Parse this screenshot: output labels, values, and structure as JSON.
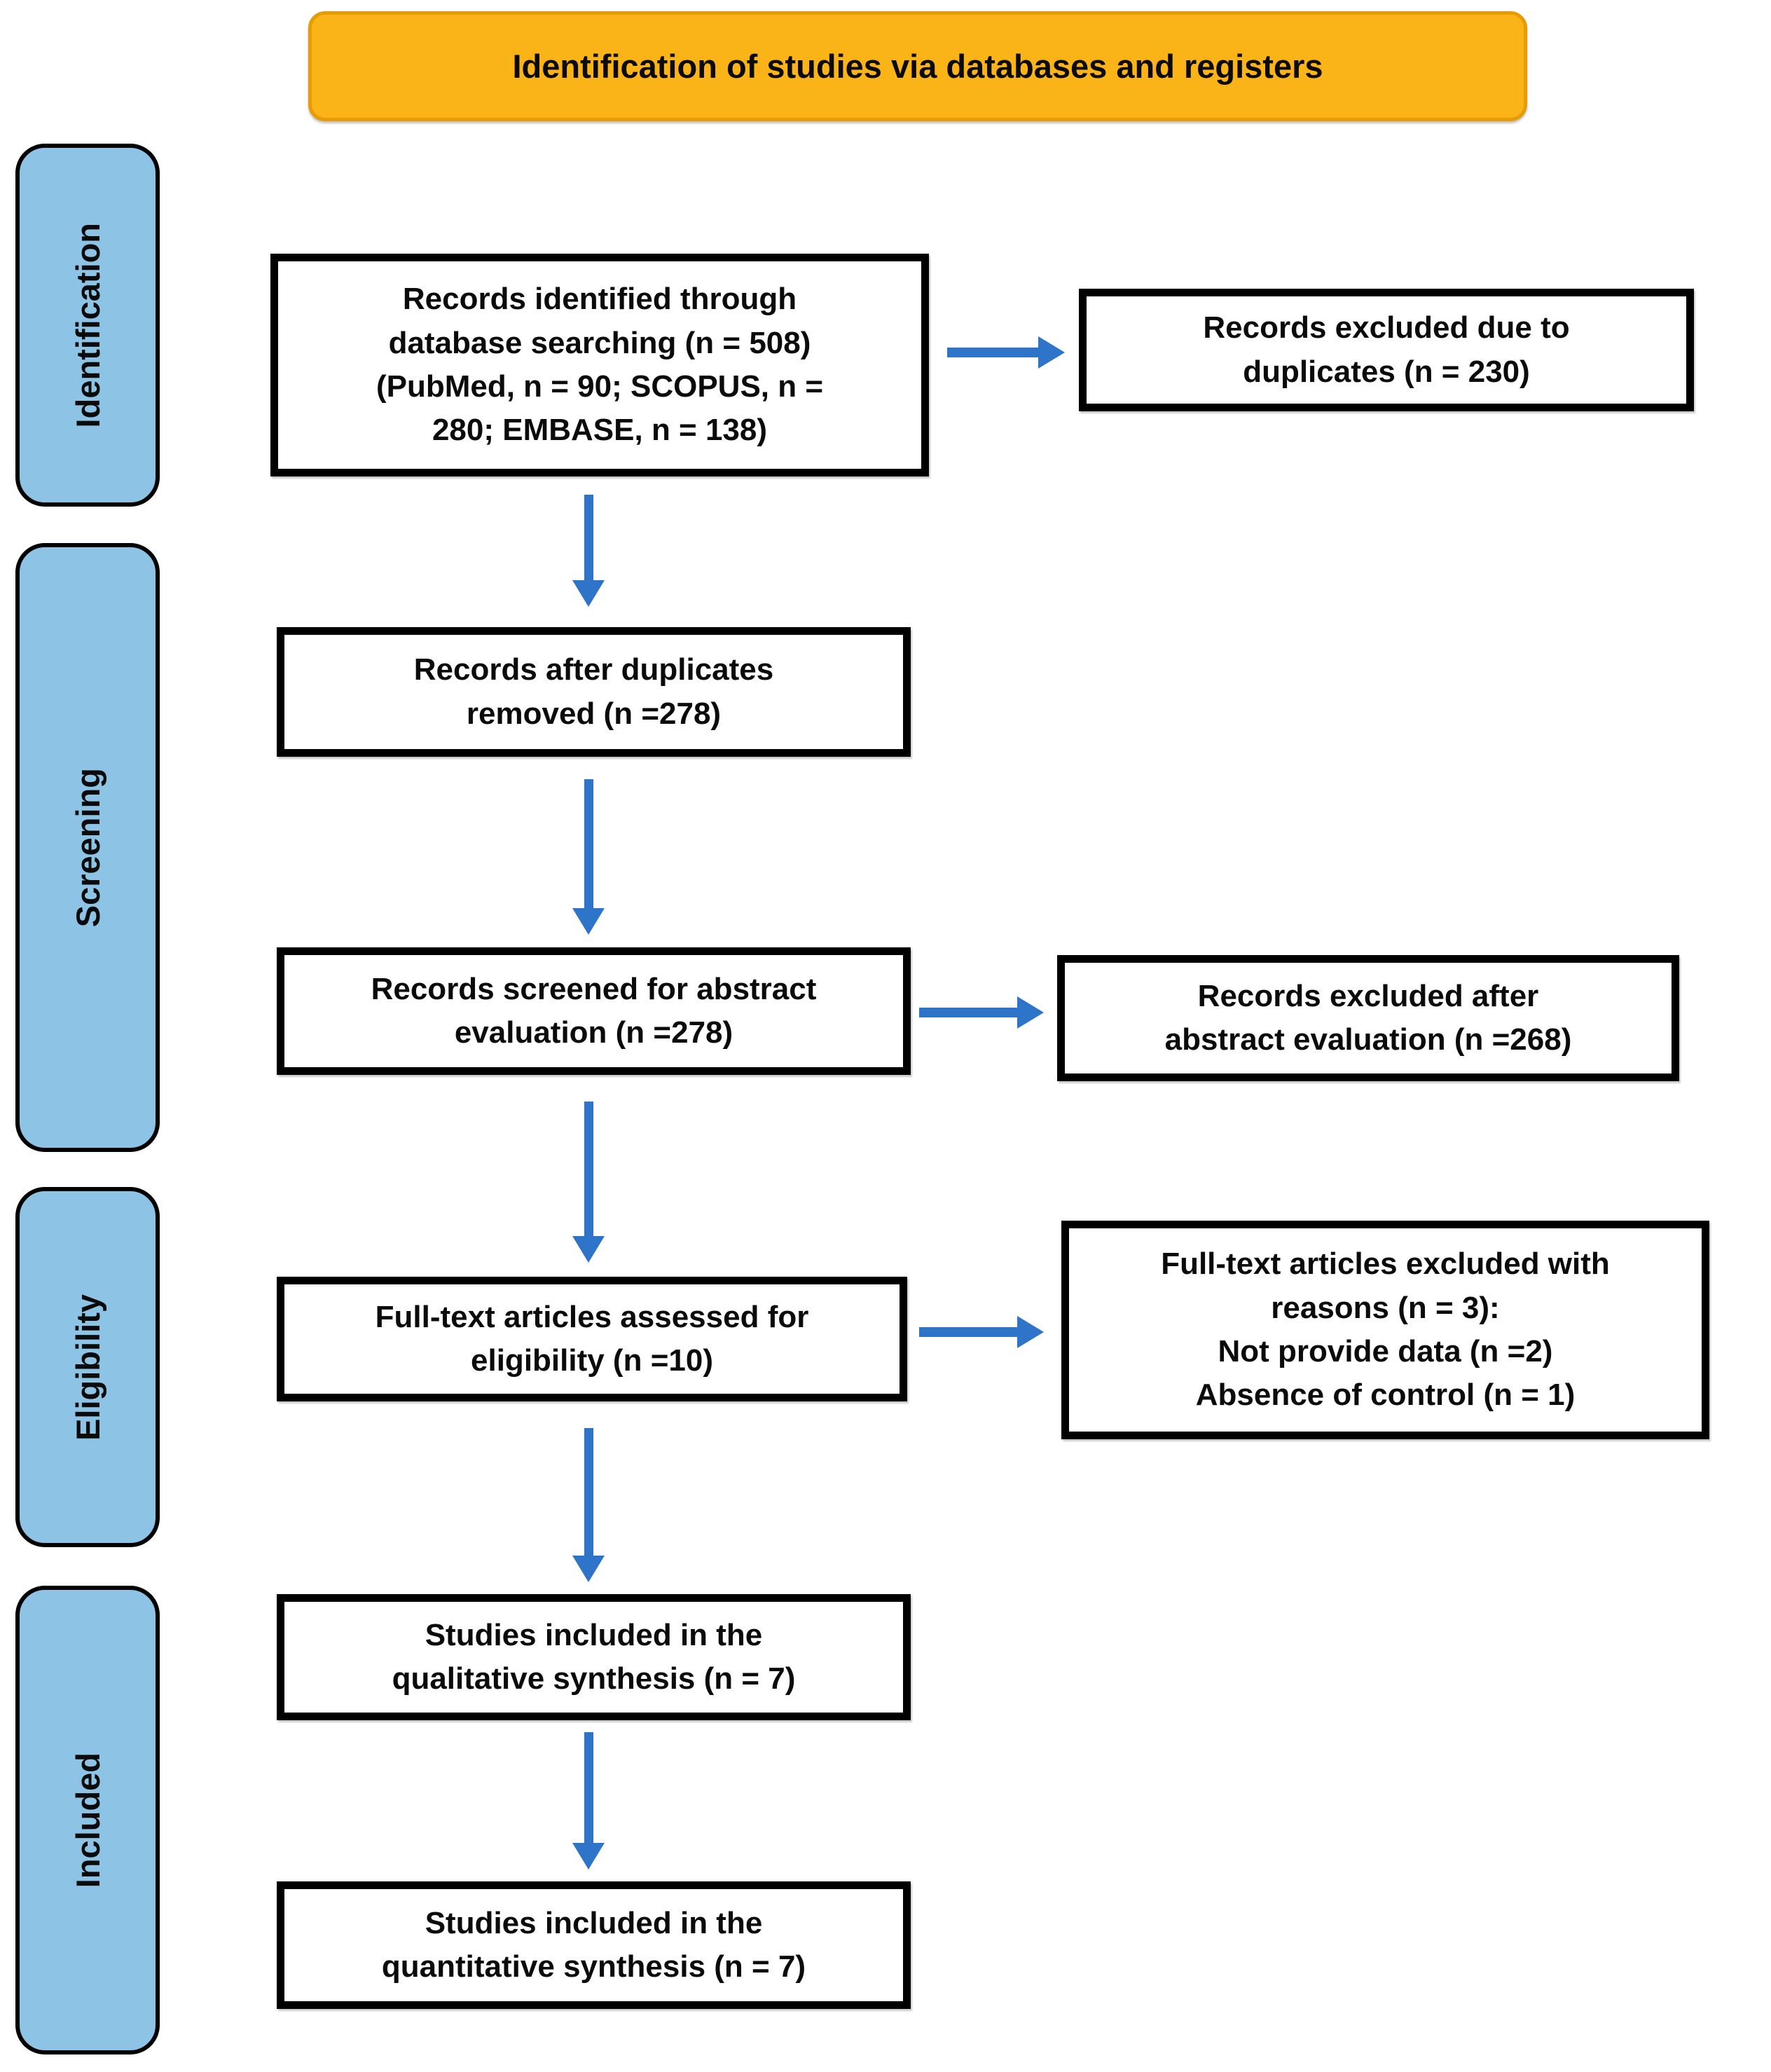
{
  "banner": {
    "title": "Identification of studies via databases and registers"
  },
  "stages": {
    "identification": "Identification",
    "screening": "Screening",
    "eligibility": "Eligibility",
    "included": "Included"
  },
  "flow": {
    "identified": "Records identified through\ndatabase searching (n = 508)\n(PubMed, n = 90; SCOPUS, n =\n280; EMBASE, n = 138)",
    "duplicates_removed": "Records after duplicates\nremoved (n =278)",
    "screened": "Records screened for abstract\nevaluation (n =278)",
    "fulltext_assessed": "Full-text articles assessed for\neligibility (n =10)",
    "qualitative_included": "Studies included in the\nqualitative synthesis (n = 7)",
    "quantitative_included": "Studies included in the\nquantitative synthesis (n = 7)"
  },
  "exclusions": {
    "duplicates": "Records excluded due to\nduplicates (n = 230)",
    "abstract": "Records excluded after\nabstract evaluation (n =268)",
    "fulltext": "Full-text articles excluded with\nreasons (n = 3):\nNot provide data (n =2)\nAbsence of control (n = 1)"
  },
  "colors": {
    "banner_fill": "#FBB417",
    "banner_border": "#E79B04",
    "stage_fill": "#8DC3E5",
    "arrow_blue": "#2E74C9",
    "box_border": "#000000"
  }
}
